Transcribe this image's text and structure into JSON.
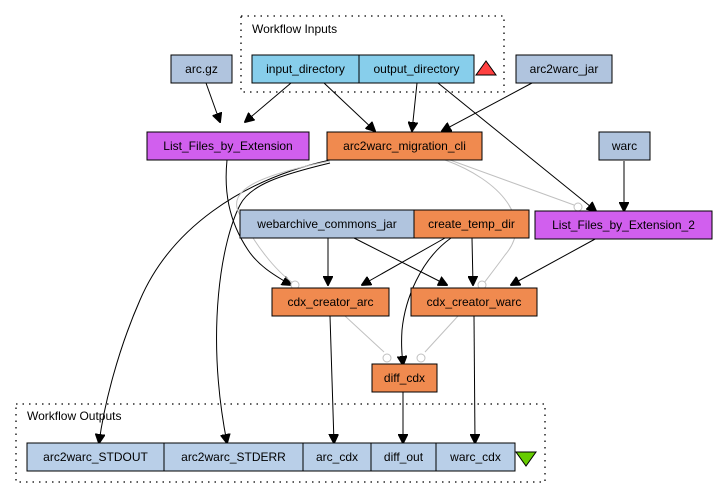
{
  "colors": {
    "input_port": "#87ceeb",
    "constant": "#b0c4de",
    "local_worker": "#d15fee",
    "beanshell": "#f08a4f",
    "output_port": "#b9cfe8",
    "inputs_triangle": "#ff4040",
    "outputs_triangle": "#66cc00",
    "control_link": "#c0c0c0"
  },
  "clusters": {
    "inputs": {
      "label": "Workflow Inputs"
    },
    "outputs": {
      "label": "Workflow Outputs"
    }
  },
  "nodes": {
    "arc_gz": {
      "label": "arc.gz",
      "kind": "constant"
    },
    "input_directory": {
      "label": "input_directory",
      "kind": "input_port"
    },
    "output_directory": {
      "label": "output_directory",
      "kind": "input_port"
    },
    "arc2warc_jar": {
      "label": "arc2warc_jar",
      "kind": "constant"
    },
    "list_files_by_extension": {
      "label": "List_Files_by_Extension",
      "kind": "local_worker"
    },
    "arc2warc_migration_cli": {
      "label": "arc2warc_migration_cli",
      "kind": "beanshell"
    },
    "warc": {
      "label": "warc",
      "kind": "constant"
    },
    "webarchive_commons_jar": {
      "label": "webarchive_commons_jar",
      "kind": "constant"
    },
    "create_temp_dir": {
      "label": "create_temp_dir",
      "kind": "beanshell"
    },
    "list_files_by_extension_2": {
      "label": "List_Files_by_Extension_2",
      "kind": "local_worker"
    },
    "cdx_creator_arc": {
      "label": "cdx_creator_arc",
      "kind": "beanshell"
    },
    "cdx_creator_warc": {
      "label": "cdx_creator_warc",
      "kind": "beanshell"
    },
    "diff_cdx": {
      "label": "diff_cdx",
      "kind": "beanshell"
    },
    "arc2warc_stdout": {
      "label": "arc2warc_STDOUT",
      "kind": "output_port"
    },
    "arc2warc_stderr": {
      "label": "arc2warc_STDERR",
      "kind": "output_port"
    },
    "arc_cdx": {
      "label": "arc_cdx",
      "kind": "output_port"
    },
    "diff_out": {
      "label": "diff_out",
      "kind": "output_port"
    },
    "warc_cdx": {
      "label": "warc_cdx",
      "kind": "output_port"
    }
  },
  "edges": [
    {
      "from": "arc_gz",
      "to": "list_files_by_extension",
      "type": "data"
    },
    {
      "from": "input_directory",
      "to": "list_files_by_extension",
      "type": "data"
    },
    {
      "from": "input_directory",
      "to": "arc2warc_migration_cli",
      "type": "data"
    },
    {
      "from": "output_directory",
      "to": "arc2warc_migration_cli",
      "type": "data"
    },
    {
      "from": "output_directory",
      "to": "list_files_by_extension_2",
      "type": "data"
    },
    {
      "from": "arc2warc_jar",
      "to": "arc2warc_migration_cli",
      "type": "data"
    },
    {
      "from": "warc",
      "to": "list_files_by_extension_2",
      "type": "data"
    },
    {
      "from": "list_files_by_extension",
      "to": "cdx_creator_arc",
      "type": "data"
    },
    {
      "from": "arc2warc_migration_cli",
      "to": "arc2warc_stdout",
      "type": "data"
    },
    {
      "from": "arc2warc_migration_cli",
      "to": "arc2warc_stderr",
      "type": "data"
    },
    {
      "from": "arc2warc_migration_cli",
      "to": "cdx_creator_arc",
      "type": "control"
    },
    {
      "from": "arc2warc_migration_cli",
      "to": "cdx_creator_warc",
      "type": "control"
    },
    {
      "from": "arc2warc_migration_cli",
      "to": "list_files_by_extension_2",
      "type": "control"
    },
    {
      "from": "webarchive_commons_jar",
      "to": "cdx_creator_arc",
      "type": "data"
    },
    {
      "from": "webarchive_commons_jar",
      "to": "cdx_creator_warc",
      "type": "data"
    },
    {
      "from": "create_temp_dir",
      "to": "cdx_creator_arc",
      "type": "data"
    },
    {
      "from": "create_temp_dir",
      "to": "cdx_creator_warc",
      "type": "data"
    },
    {
      "from": "create_temp_dir",
      "to": "diff_cdx",
      "type": "data"
    },
    {
      "from": "list_files_by_extension_2",
      "to": "cdx_creator_warc",
      "type": "data"
    },
    {
      "from": "cdx_creator_arc",
      "to": "arc_cdx",
      "type": "data"
    },
    {
      "from": "cdx_creator_arc",
      "to": "diff_cdx",
      "type": "control"
    },
    {
      "from": "cdx_creator_warc",
      "to": "warc_cdx",
      "type": "data"
    },
    {
      "from": "cdx_creator_warc",
      "to": "diff_cdx",
      "type": "control"
    },
    {
      "from": "diff_cdx",
      "to": "diff_out",
      "type": "data"
    }
  ]
}
